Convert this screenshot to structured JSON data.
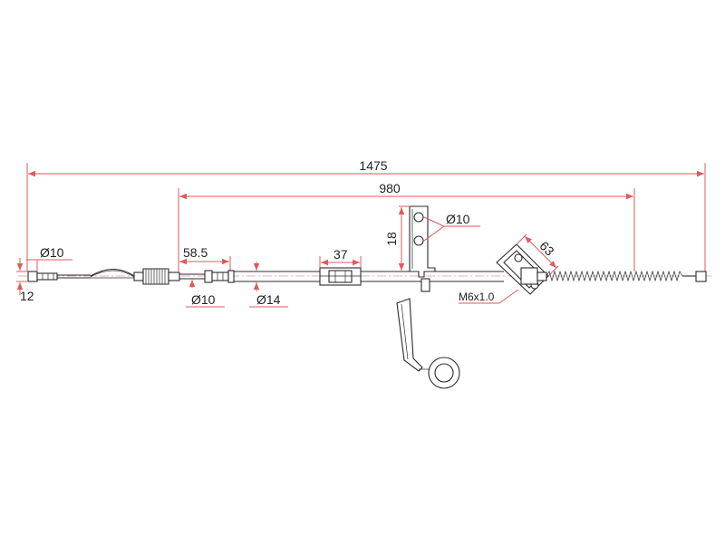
{
  "dimensions": {
    "overall_length": "1475",
    "sheath_length": "980",
    "left_end_diameter": "Ø10",
    "left_end_length": "12",
    "boot_length": "58.5",
    "fitting_diameter": "Ø10",
    "sheath_diameter": "Ø14",
    "grommet_length": "37",
    "bracket_height": "18",
    "bracket_hole_diameter": "Ø10",
    "flange_length": "63",
    "thread": "M6x1.0"
  },
  "colors": {
    "dimension": "#e05a5a",
    "outline": "#2b2b2b"
  }
}
